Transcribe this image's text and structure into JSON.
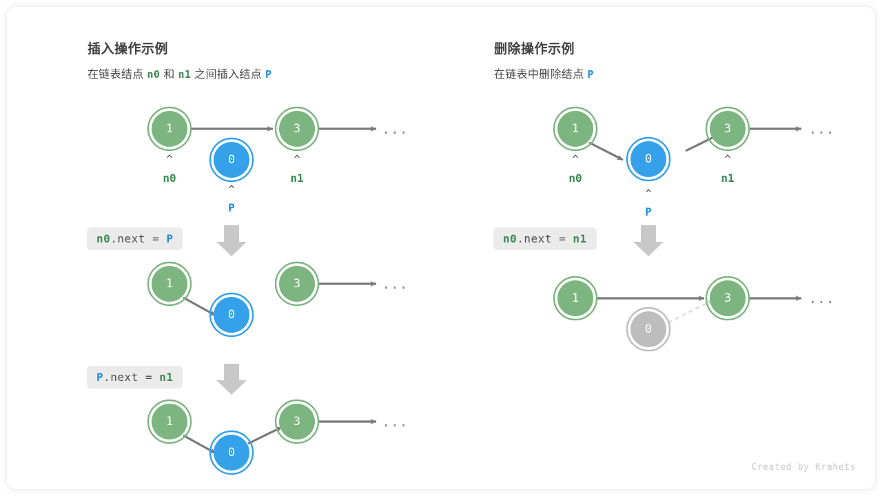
{
  "colors": {
    "node_green_fill": "#7db580",
    "node_green_ring": "#7db580",
    "node_blue_fill": "#34a1ea",
    "node_blue_ring": "#34a1ea",
    "node_gray_fill": "#bdbdbd",
    "node_gray_ring": "#bdbdbd",
    "arrow_gray": "#7a7a7a",
    "label_green": "#3c8a52",
    "label_blue": "#1b8ce3",
    "code_bg": "#ebebeb",
    "card_bg": "#ffffff",
    "dashed_gray": "#d6d6d6"
  },
  "left_panel": {
    "title": "插入操作示例",
    "subtitle": {
      "part1": "在链表结点",
      "tok1": "n0",
      "part2": "和",
      "tok2": "n1",
      "part3": "之间插入结点",
      "tok3": "P"
    },
    "step_labels": [
      {
        "a": "n0",
        "b": ".next = ",
        "c": "P"
      },
      {
        "a": "P",
        "b": ".next = ",
        "c": "n1"
      }
    ],
    "rows": [
      {
        "name": "initial-state",
        "nodes": [
          {
            "value": "1",
            "color": "green",
            "label": "n0"
          },
          {
            "value": "0",
            "color": "blue",
            "label": "P"
          },
          {
            "value": "3",
            "color": "green",
            "label": "n1"
          }
        ],
        "ellipsis": "..."
      },
      {
        "name": "after-n0-next-p",
        "nodes": [
          {
            "value": "1",
            "color": "green",
            "label": ""
          },
          {
            "value": "0",
            "color": "blue",
            "label": ""
          },
          {
            "value": "3",
            "color": "green",
            "label": ""
          }
        ],
        "ellipsis": "..."
      },
      {
        "name": "after-p-next-n1",
        "nodes": [
          {
            "value": "1",
            "color": "green",
            "label": ""
          },
          {
            "value": "0",
            "color": "blue",
            "label": ""
          },
          {
            "value": "3",
            "color": "green",
            "label": ""
          }
        ],
        "ellipsis": "..."
      }
    ]
  },
  "right_panel": {
    "title": "删除操作示例",
    "subtitle": {
      "part1": "在链表中删除结点",
      "tok1": "P"
    },
    "step_labels": [
      {
        "a": "n0",
        "b": ".next = ",
        "c": "n1"
      }
    ],
    "rows": [
      {
        "name": "initial-state",
        "nodes": [
          {
            "value": "1",
            "color": "green",
            "label": "n0"
          },
          {
            "value": "0",
            "color": "blue",
            "label": "P"
          },
          {
            "value": "3",
            "color": "green",
            "label": "n1"
          }
        ],
        "ellipsis": "..."
      },
      {
        "name": "after-delete",
        "nodes": [
          {
            "value": "1",
            "color": "green",
            "label": ""
          },
          {
            "value": "0",
            "color": "gray",
            "label": ""
          },
          {
            "value": "3",
            "color": "green",
            "label": ""
          }
        ],
        "ellipsis": "..."
      }
    ]
  },
  "credit": "Created by Krahets"
}
